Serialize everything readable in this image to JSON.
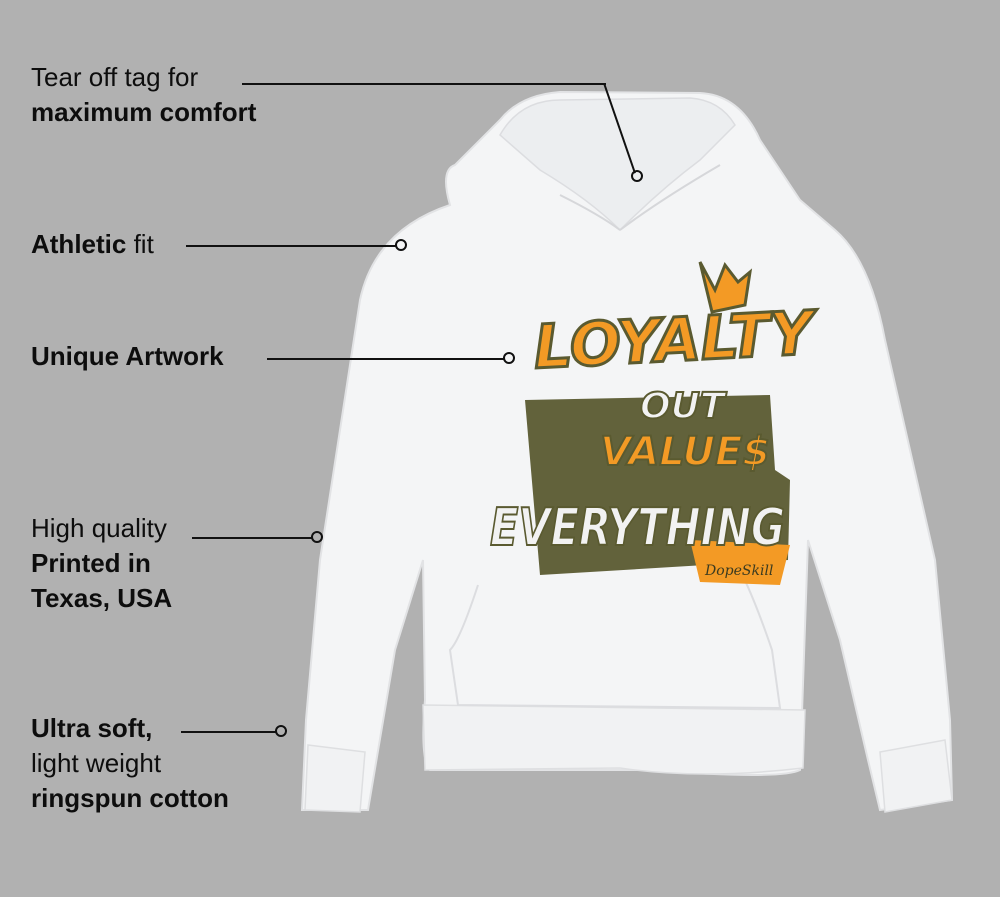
{
  "background_color": "#b1b1b1",
  "callouts": [
    {
      "id": "tag",
      "line1": "Tear off tag for",
      "line2_bold": "maximum comfort"
    },
    {
      "id": "fit",
      "bold": "Athletic",
      "regular": " fit"
    },
    {
      "id": "artwork",
      "bold": "Unique Artwork"
    },
    {
      "id": "print",
      "line1": "High quality",
      "line2_bold": "Printed in",
      "line3_bold": "Texas, USA"
    },
    {
      "id": "fabric",
      "line1_bold": "Ultra soft,",
      "line2": "light weight",
      "line3_bold": "ringspun cotton"
    }
  ],
  "product": {
    "type": "hoodie",
    "color": "#f4f5f6",
    "artwork": {
      "words": [
        "LOYALTY",
        "OUT",
        "VALUE$",
        "EVERYTHING"
      ],
      "signature": "DopeSkill",
      "colors": {
        "orange": "#f39a25",
        "olive": "#5a5a30",
        "white": "#f2f2f2"
      }
    }
  }
}
